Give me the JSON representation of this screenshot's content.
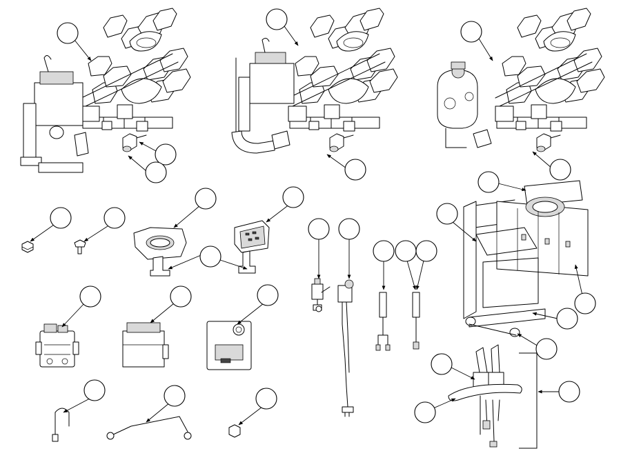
{
  "diagram": {
    "frame_color": "#000000",
    "background": "#ffffff",
    "callouts": [
      {
        "id": "c1"
      },
      {
        "id": "c2"
      },
      {
        "id": "c3"
      },
      {
        "id": "c4"
      },
      {
        "id": "c5"
      },
      {
        "id": "c6"
      },
      {
        "id": "c7"
      },
      {
        "id": "c8"
      },
      {
        "id": "c9"
      },
      {
        "id": "c10"
      },
      {
        "id": "c11"
      },
      {
        "id": "c12"
      },
      {
        "id": "c13"
      },
      {
        "id": "c14"
      },
      {
        "id": "c15"
      },
      {
        "id": "c16"
      },
      {
        "id": "c17"
      },
      {
        "id": "c18"
      },
      {
        "id": "c19"
      },
      {
        "id": "c20"
      },
      {
        "id": "c21"
      },
      {
        "id": "c22"
      },
      {
        "id": "c23"
      },
      {
        "id": "c24"
      },
      {
        "id": "c25"
      },
      {
        "id": "c26"
      },
      {
        "id": "c27"
      },
      {
        "id": "c28"
      },
      {
        "id": "c29"
      },
      {
        "id": "c30"
      },
      {
        "id": "c31"
      },
      {
        "id": "c32"
      },
      {
        "id": "c33"
      },
      {
        "id": "c34"
      },
      {
        "id": "c35"
      },
      {
        "id": "c36"
      }
    ]
  }
}
